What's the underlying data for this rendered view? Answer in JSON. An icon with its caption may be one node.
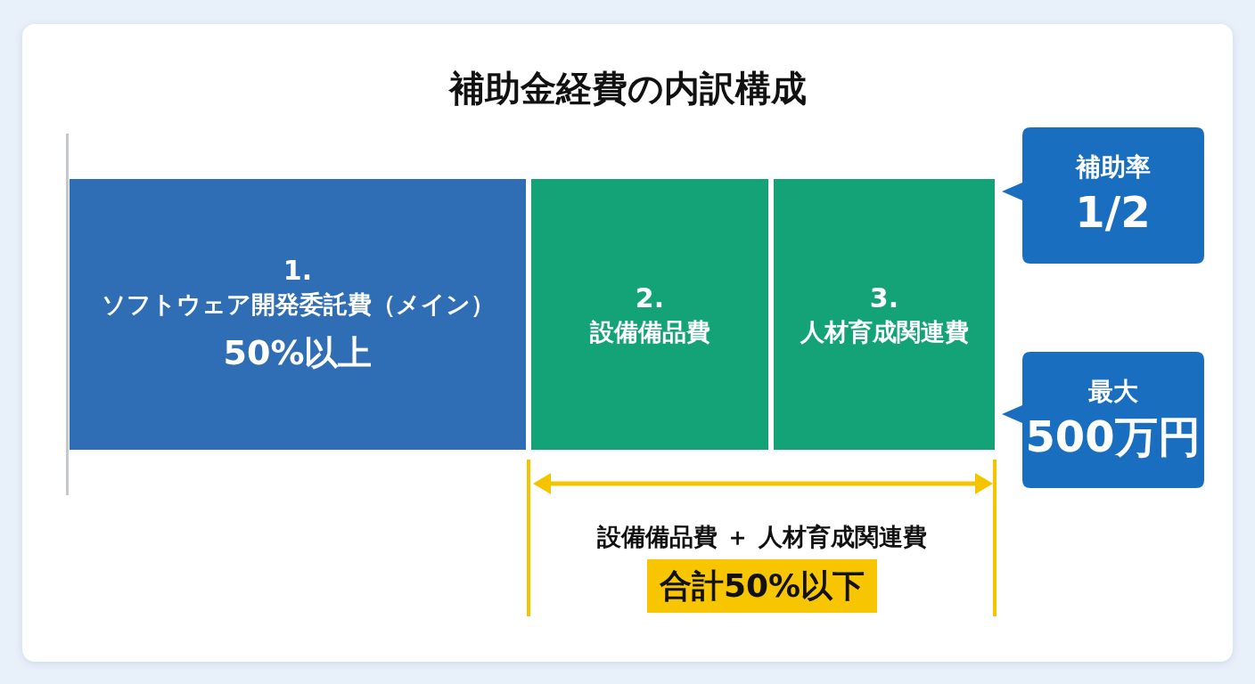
{
  "diagram": {
    "title": "補助金経費の内訳構成",
    "nodes": [
      {
        "text": [
          "1.",
          "ソフトウェア開発委託費（メイン）",
          "50%以上"
        ]
      },
      {
        "text": [
          "2.",
          "設備備品費"
        ]
      },
      {
        "text": [
          "3.",
          "人材育成関連費"
        ]
      },
      {
        "text": [
          "補助率",
          "1/2"
        ]
      },
      {
        "text": [
          "最大",
          "500万円"
        ]
      }
    ],
    "labels": [
      "設備備品費 ＋ 人材育成関連費",
      "合計50%以下"
    ]
  }
}
